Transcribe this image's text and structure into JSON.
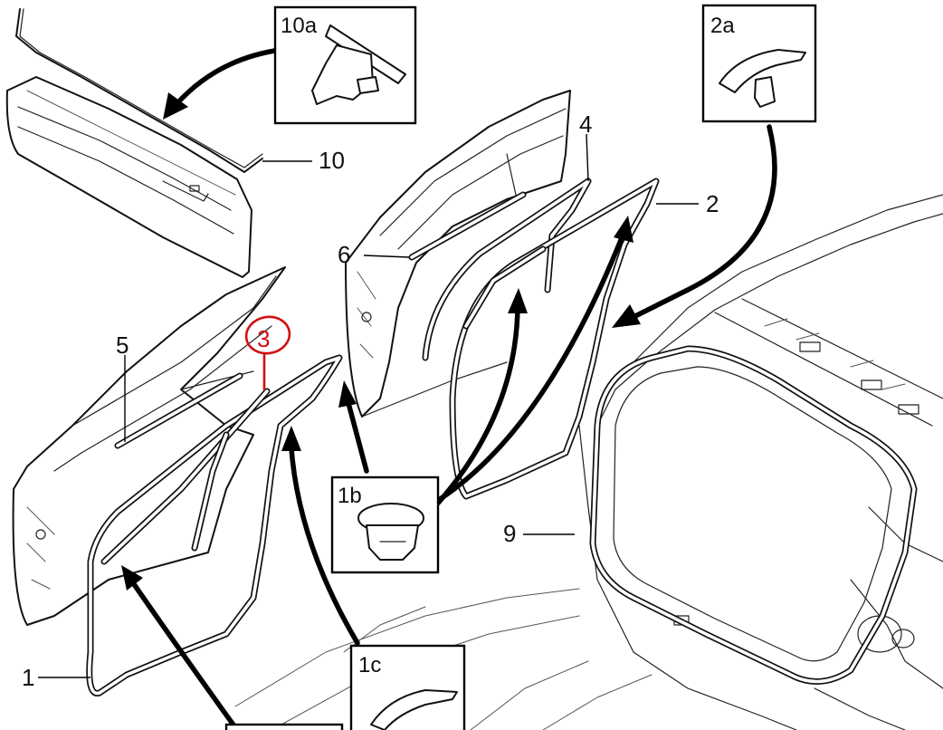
{
  "callouts": {
    "c1": "1",
    "c2": "2",
    "c3": "3",
    "c4": "4",
    "c5": "5",
    "c6": "6",
    "c9": "9",
    "c10": "10"
  },
  "detail_boxes": {
    "b10a": "10a",
    "b2a": "2a",
    "b1b": "1b",
    "b1c": "1c"
  },
  "colors": {
    "line": "#111111",
    "highlight": "#d01010",
    "background": "#ffffff"
  }
}
